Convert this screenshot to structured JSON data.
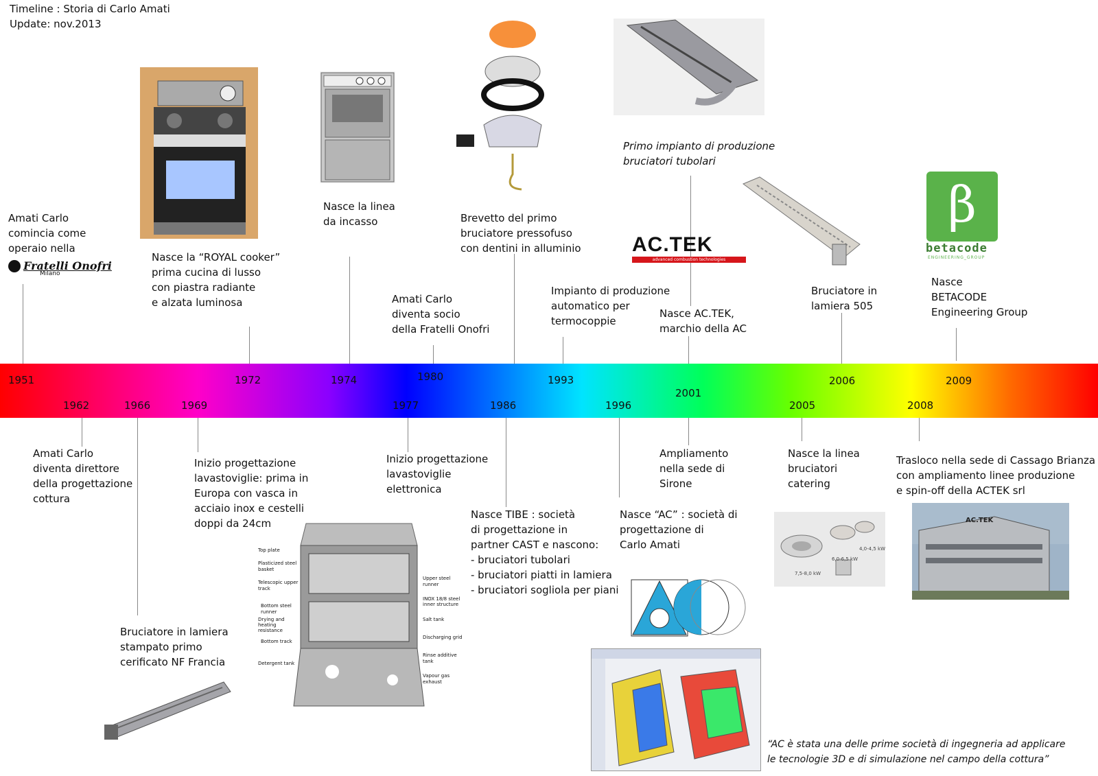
{
  "header": {
    "title": "Timeline : Storia di Carlo Amati",
    "update": "Update: nov.2013"
  },
  "timeline": {
    "years": [
      "1951",
      "1962",
      "1966",
      "1969",
      "1972",
      "1974",
      "1977",
      "1980",
      "1986",
      "1993",
      "1996",
      "2001",
      "2005",
      "2006",
      "2008",
      "2009"
    ]
  },
  "events": {
    "e1951": "Amati Carlo\ncomincia come\noperaio nella",
    "e1951_logo": "Fratelli Onofri",
    "e1951_logo_sub": "Milano",
    "e1962": "Amati Carlo\ndiventa direttore\ndella progettazione\ncottura",
    "e1966": "Bruciatore in lamiera\nstampato primo\ncerificato NF Francia",
    "e1969": "Inizio progettazione\nlavastoviglie: prima in\nEuropa con vasca in\nacciaio inox e cestelli\ndoppi da 24cm",
    "e1972": "Nasce la “ROYAL cooker”\nprima cucina di lusso\ncon piastra radiante\ne alzata luminosa",
    "e1974": "Nasce la linea\nda incasso",
    "e1977": "Inizio progettazione\nlavastoviglie\nelettronica",
    "e1980": "Amati Carlo\ndiventa socio\ndella Fratelli Onofri",
    "e1986_top": "Brevetto del primo\nbruciatore pressofuso\ncon dentini in alluminio",
    "e1986": "Nasce TIBE : società\ndi progettazione in\npartner CAST e nascono:\n- bruciatori tubolari\n- bruciatori piatti in lamiera\n- bruciatori sogliola per piani",
    "e1993": "Impianto di produzione\nautomatico per\ntermocoppie",
    "e1996": "Nasce “AC” : società di\nprogettazione di\nCarlo Amati",
    "e2001_top": "Nasce AC.TEK,\nmarchio della AC",
    "e2001_primo": "Primo impianto di produzione\nbruciatori tubolari",
    "e2001": "Ampliamento\nnella sede di\nSirone",
    "e2005": "Nasce la linea\nbruciatori\ncatering",
    "e2006": "Bruciatore in\nlamiera 505",
    "e2008": "Trasloco nella sede di Cassago Brianza\ncon ampliamento linee produzione\ne spin-off della ACTEK srl",
    "e2009": "Nasce\nBETACODE\nEngineering Group"
  },
  "logos": {
    "actek": "AC.TEK",
    "actek_sub": "advanced combustion technologies",
    "actek_building": "AC.TEK",
    "betacode": "betacode",
    "betacode_sub": "ENGINEERING_GROUP"
  },
  "dishwasher_labels": [
    "Top plate",
    "Plasticized steel basket",
    "Telescopic upper track",
    "Bottom steel runner",
    "Drying and heating resistance",
    "Bottom track",
    "Detergent tank",
    "Upper steel runner",
    "INOX 18/8 steel inner structure",
    "Salt tank",
    "Discharging grid",
    "Rinse additive tank",
    "Vapour gas exhaust"
  ],
  "catering_labels": [
    "4,0-4,5 kW",
    "6,0-6,5 kW",
    "7,5-8,0 kW"
  ],
  "quote": "“AC è stata una delle prime società di ingegneria ad applicare\nle tecnologie 3D e di simulazione nel campo della cottura”",
  "colors": {
    "band_start": "#ff0000",
    "band_mid_blue": "#0000ff",
    "band_cyan": "#00e4ff",
    "band_green": "#00ff5a",
    "band_yellow": "#ffff00",
    "actek_red": "#d6161b",
    "betacode_green": "#5ab24a"
  }
}
